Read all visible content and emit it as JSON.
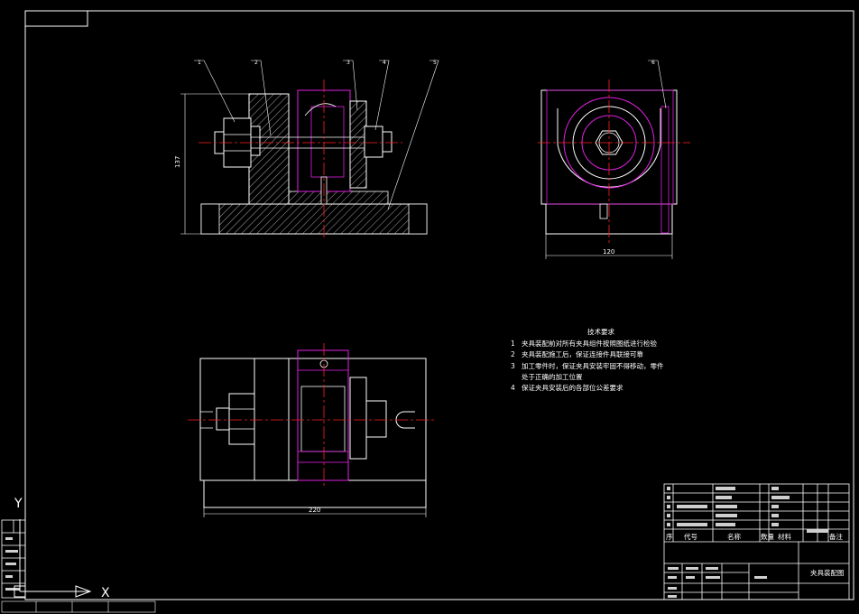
{
  "drawing": {
    "part_labels": [
      "1",
      "2",
      "3",
      "4",
      "5",
      "6"
    ],
    "dim_height_front": "137",
    "dim_width_side": "120",
    "dim_width_top": "220"
  },
  "technical_requirements": {
    "title": "技术要求",
    "items": [
      {
        "num": "1",
        "text": "夹具装配前对所有夹具组件按照图纸进行检验"
      },
      {
        "num": "2",
        "text": "夹具装配施工后，保证连接件具联接可靠"
      },
      {
        "num": "3",
        "text": "加工零件时，保证夹具安装牢固不得移动，零件"
      },
      {
        "num": "",
        "text": "处于正确的加工位置"
      },
      {
        "num": "4",
        "text": "保证夹具安装后的各部位公差要求"
      }
    ]
  },
  "title_block": {
    "header": [
      "序",
      "代号",
      "名称",
      "数量",
      "材料",
      "备注"
    ],
    "drawing_title": "夹具装配图"
  },
  "ucs": {
    "x_label": "X",
    "y_label": "Y"
  }
}
